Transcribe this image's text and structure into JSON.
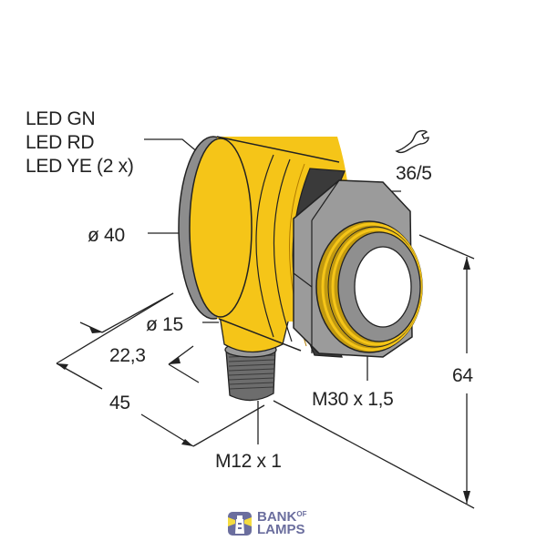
{
  "diagram": {
    "title": "Ultrasonic sensor dimensional drawing",
    "colors": {
      "housing_yellow": "#f5c518",
      "housing_gray": "#8d8d8d",
      "dark_gray": "#4a4a4a",
      "line": "#222222",
      "logo": "#6b6e9e"
    },
    "labels": {
      "led_gn": "LED GN",
      "led_rd": "LED RD",
      "led_ye": "LED YE (2 x)",
      "wrench_size": "36/5",
      "diameter_40": "ø 40",
      "diameter_15": "ø 15",
      "dim_22_3": "22,3",
      "dim_45": "45",
      "thread_m12": "M12 x 1",
      "thread_m30": "M30 x 1,5",
      "dim_64": "64"
    },
    "icons": {
      "wrench": "wrench-icon"
    },
    "logo": {
      "line1": "BANK",
      "line1_suffix": "OF",
      "line2": "LAMPS"
    }
  }
}
